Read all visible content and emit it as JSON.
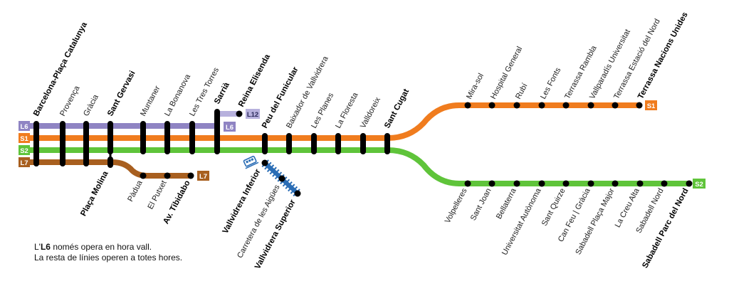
{
  "colors": {
    "L6": "#8f84c3",
    "L12": "#b7b1dd",
    "S1": "#f07c1e",
    "S2": "#5fc43a",
    "L7": "#a85f1f",
    "funicular": "#2a6db5",
    "bar": "#000000"
  },
  "lines": {
    "L6": "L6",
    "L12": "L12",
    "S1": "S1",
    "S2": "S2",
    "L7": "L7"
  },
  "stations": {
    "barcelona": "Barcelona-Plaça Catalunya",
    "provenca": "Provença",
    "gracia": "Gràcia",
    "sant_gervasi": "Sant Gervasi",
    "muntaner": "Muntaner",
    "bonanova": "La Bonanova",
    "tres_torres": "Les Tres Torres",
    "sarria": "Sarrià",
    "reina_elisenda": "Reina Elisenda",
    "peu_funicular": "Peu del Funicular",
    "baixador": "Baixador de Vallvidrera",
    "planes": "Les Planes",
    "floresta": "La Floresta",
    "valldoreix": "Valldoreix",
    "sant_cugat": "Sant Cugat",
    "placa_molina": "Plaça Molina",
    "padua": "Pàdua",
    "putxet": "El Putxet",
    "tibidabo": "Av. Tibidabo",
    "vallvidrera_inferior": "Vallvidrera Inferior",
    "carretera_aigues": "Carretera de les Aigües",
    "vallvidrera_superior": "Vallvidrera Superior",
    "mira_sol": "Mira-sol",
    "hospital_general": "Hospital General",
    "rubi": "Rubí",
    "les_fonts": "Les Fonts",
    "terrassa_rambla": "Terrassa Rambla",
    "vallparadis": "Vallparadís Universitat",
    "terrassa_estacio": "Terrassa Estació del Nord",
    "terrassa_nacions": "Terrassa Nacions Unides",
    "volpelleres": "Volpelleres",
    "sant_joan": "Sant Joan",
    "bellaterra": "Bellaterra",
    "uab": "Universitat Autònoma",
    "sant_quirze": "Sant Quirze",
    "can_feu": "Can Feu | Gràcia",
    "sabadell_placa": "Sabadell Plaça Major",
    "creu_alta": "La Creu Alta",
    "sabadell_nord": "Sabadell Nord",
    "sabadell_parc": "Sabadell Parc del Nord"
  },
  "note": {
    "prefix": "L'",
    "line": "L6",
    "rest": " només opera en hora vall.",
    "line2": "La resta de línies operen a totes hores."
  }
}
